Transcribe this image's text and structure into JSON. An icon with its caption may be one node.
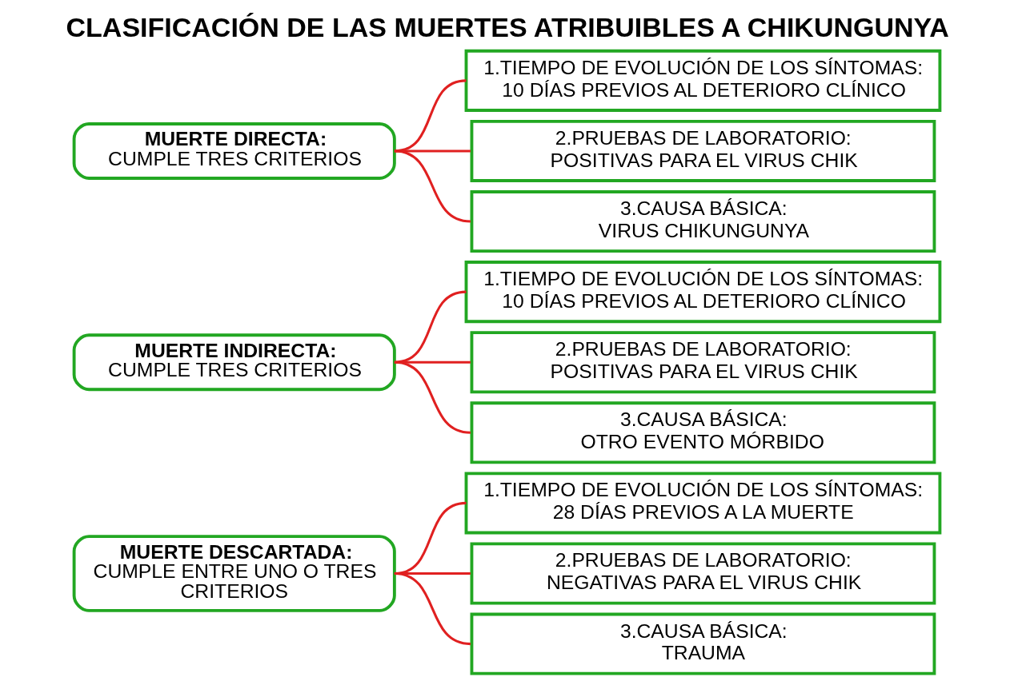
{
  "diagram": {
    "title": "CLASIFICACIÓN DE LAS MUERTES ATRIBUIBLES A CHIKUNGUNYA",
    "nodes": [
      {
        "text": [
          "MUERTE DIRECTA:",
          "CUMPLE TRES CRITERIOS"
        ]
      },
      {
        "text": [
          "1.TIEMPO DE EVOLUCIÓN DE LOS SÍNTOMAS:",
          "10 DÍAS PREVIOS AL DETERIORO CLÍNICO"
        ]
      },
      {
        "text": [
          "2.PRUEBAS DE LABORATORIO:",
          "POSITIVAS PARA EL VIRUS CHIK"
        ]
      },
      {
        "text": [
          "3.CAUSA BÁSICA:",
          "VIRUS CHIKUNGUNYA"
        ]
      },
      {
        "text": [
          "MUERTE INDIRECTA:",
          "CUMPLE TRES CRITERIOS"
        ]
      },
      {
        "text": [
          "1.TIEMPO DE EVOLUCIÓN DE LOS SÍNTOMAS:",
          "10 DÍAS PREVIOS AL DETERIORO CLÍNICO"
        ]
      },
      {
        "text": [
          "2.PRUEBAS DE LABORATORIO:",
          "POSITIVAS PARA EL VIRUS CHIK"
        ]
      },
      {
        "text": [
          "3.CAUSA BÁSICA:",
          "OTRO EVENTO MÓRBIDO"
        ]
      },
      {
        "text": [
          "MUERTE DESCARTADA:",
          "CUMPLE ENTRE UNO O TRES CRITERIOS"
        ]
      },
      {
        "text": [
          "1.TIEMPO DE EVOLUCIÓN DE LOS SÍNTOMAS:",
          "28 DÍAS PREVIOS A LA MUERTE"
        ]
      },
      {
        "text": [
          "2.PRUEBAS DE LABORATORIO:",
          "NEGATIVAS PARA EL VIRUS CHIK"
        ]
      },
      {
        "text": [
          "3.CAUSA BÁSICA:",
          "TRAUMA"
        ]
      }
    ],
    "edges": [
      {
        "from": 0,
        "to": 1,
        "arrow": "none"
      },
      {
        "from": 0,
        "to": 2,
        "arrow": "none"
      },
      {
        "from": 0,
        "to": 3,
        "arrow": "none"
      },
      {
        "from": 4,
        "to": 5,
        "arrow": "none"
      },
      {
        "from": 4,
        "to": 6,
        "arrow": "none"
      },
      {
        "from": 4,
        "to": 7,
        "arrow": "none"
      },
      {
        "from": 8,
        "to": 9,
        "arrow": "none"
      },
      {
        "from": 8,
        "to": 10,
        "arrow": "none"
      },
      {
        "from": 8,
        "to": 11,
        "arrow": "none"
      }
    ]
  }
}
